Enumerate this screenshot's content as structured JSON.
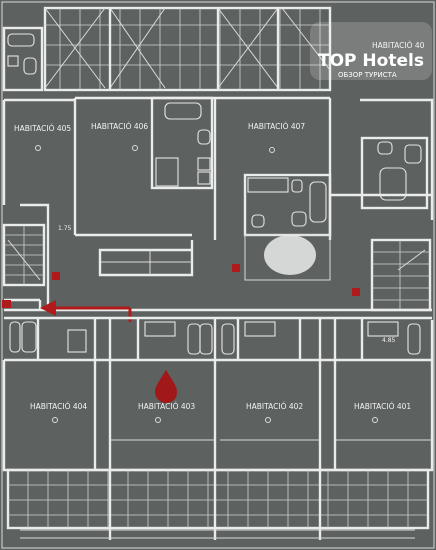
{
  "rooms": {
    "r405": "HABITACIÓ 405",
    "r406": "HABITACIÓ 406",
    "r407": "HABITACIÓ 407",
    "r40x": "HABITACIÓ 40",
    "r404": "HABITACIÓ 404",
    "r403": "HABITACIÓ 403",
    "r402": "HABITACIÓ 402",
    "r401": "HABITACIÓ 401"
  },
  "dimensions": {
    "d1": "1.75",
    "d2": "4.85"
  },
  "watermark": {
    "brand": "TOP Hotels",
    "tagline": "ОБЗОР ТУРИСТА"
  },
  "colors": {
    "background": "#5d6160",
    "lines": "#e9ecea",
    "marker": "#a01818",
    "arrow": "#b01a1a"
  }
}
